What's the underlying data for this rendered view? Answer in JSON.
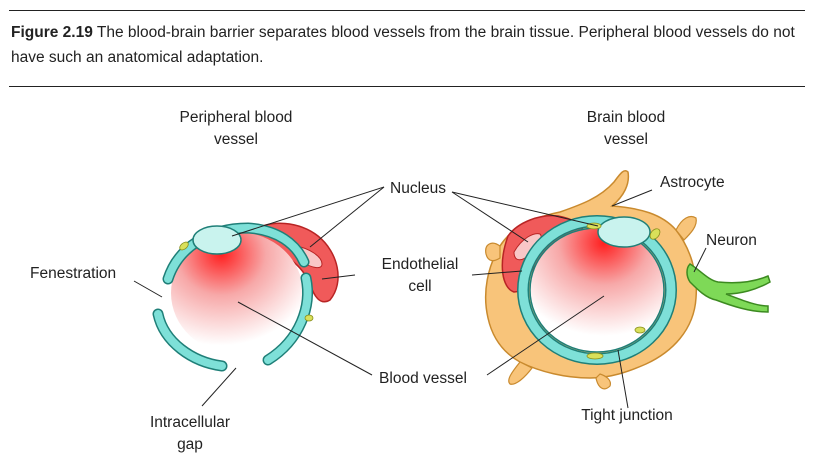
{
  "caption": {
    "figure_label": "Figure 2.19",
    "text": " The blood-brain barrier separates blood vessels from the brain tissue. Peripheral blood vessels do not have such an anatomical adaptation."
  },
  "labels": {
    "peripheral_title_1": "Peripheral blood",
    "peripheral_title_2": "vessel",
    "brain_title_1": "Brain blood",
    "brain_title_2": "vessel",
    "nucleus": "Nucleus",
    "astrocyte": "Astrocyte",
    "neuron": "Neuron",
    "fenestration": "Fenestration",
    "endothelial_1": "Endothelial",
    "endothelial_2": "cell",
    "blood_vessel": "Blood vessel",
    "tight_junction": "Tight junction",
    "intracellular_1": "Intracellular",
    "intracellular_2": "gap"
  },
  "colors": {
    "endothelium": "#7ee0d8",
    "endothelium_stroke": "#1f7f78",
    "lumen_center": "#ff2a2a",
    "astrocyte": "#f8c47a",
    "astrocyte_stroke": "#c98a2e",
    "red_cell": "#f05a5a",
    "neuron": "#7ed957",
    "junction": "#d9e05a"
  }
}
